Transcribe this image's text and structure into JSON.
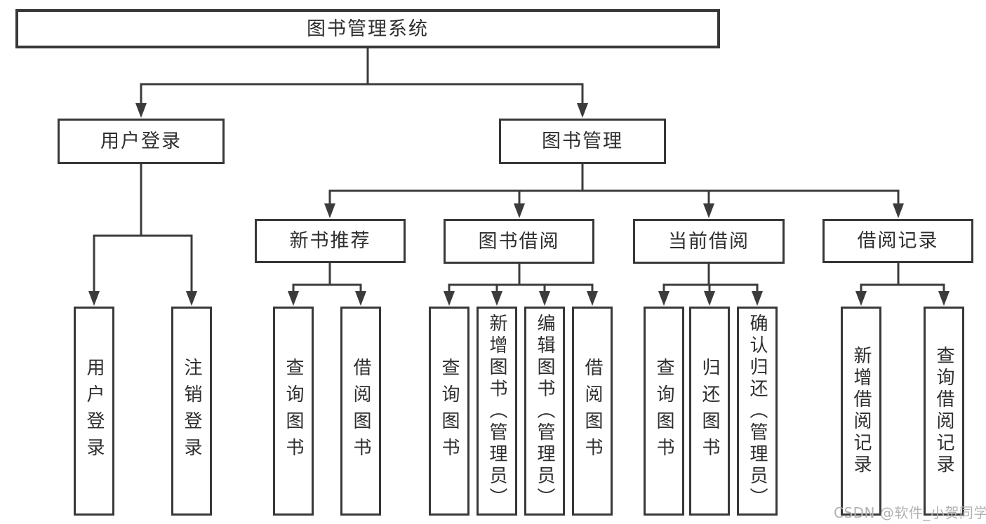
{
  "diagram": {
    "root": {
      "label": "图书管理系统"
    },
    "level2": [
      {
        "label": "用户登录"
      },
      {
        "label": "图书管理"
      }
    ],
    "level3": [
      {
        "label": "新书推荐"
      },
      {
        "label": "图书借阅"
      },
      {
        "label": "当前借阅"
      },
      {
        "label": "借阅记录"
      }
    ],
    "leaves": {
      "user_login": [
        {
          "label": "用户登录"
        },
        {
          "label": "注销登录"
        }
      ],
      "new_book": [
        {
          "label": "查询图书"
        },
        {
          "label": "借阅图书"
        }
      ],
      "book_borrow": [
        {
          "label": "查询图书"
        },
        {
          "label": "新增图书（管理员）"
        },
        {
          "label": "编辑图书（管理员）"
        },
        {
          "label": "借阅图书"
        }
      ],
      "current_borrow": [
        {
          "label": "查询图书"
        },
        {
          "label": "归还图书"
        },
        {
          "label": "确认归还（管理员）"
        }
      ],
      "borrow_record": [
        {
          "label": "新增借阅记录"
        },
        {
          "label": "查询借阅记录"
        }
      ]
    }
  },
  "watermark": {
    "text": "CSDN @软件_小贺同学"
  },
  "colors": {
    "line": "#3b3b3b",
    "box_border": "#383838",
    "text": "#2e2e2e",
    "background": "#ffffff",
    "watermark": "#b2b2b2"
  }
}
